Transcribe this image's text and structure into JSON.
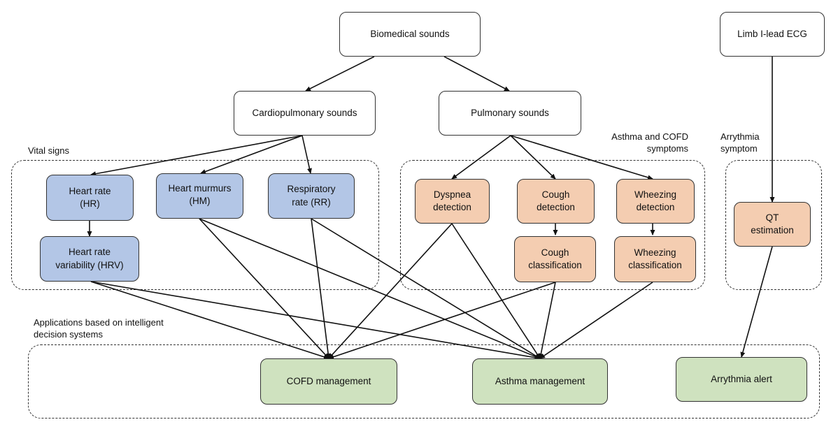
{
  "nodes": {
    "biomedical": "Biomedical sounds",
    "limb_ecg": "Limb I-lead ECG",
    "cardiopulmonary": "Cardiopulmonary sounds",
    "pulmonary": "Pulmonary sounds",
    "heart_rate": "Heart rate\n(HR)",
    "heart_murmurs": "Heart murmurs\n(HM)",
    "respiratory_rate": "Respiratory\nrate (RR)",
    "hrv": "Heart rate\nvariability (HRV)",
    "dyspnea": "Dyspnea\ndetection",
    "cough_detection": "Cough\ndetection",
    "wheezing_detection": "Wheezing\ndetection",
    "cough_classification": "Cough\nclassification",
    "wheezing_classification": "Wheezing\nclassification",
    "qt": "QT\nestimation",
    "cofd_management": "COFD management",
    "asthma_management": "Asthma management",
    "arrythmia_alert": "Arrythmia alert"
  },
  "groups": {
    "vital_signs": "Vital signs",
    "asthma_cofd": "Asthma and COFD\nsymptoms",
    "arrythmia": "Arrythmia\nsymptom",
    "applications": "Applications based on intelligent\ndecision systems"
  },
  "colors": {
    "vital_nodes": "#b3c6e6",
    "symptom_nodes": "#f4cdb1",
    "application_nodes": "#cfe2bf"
  }
}
